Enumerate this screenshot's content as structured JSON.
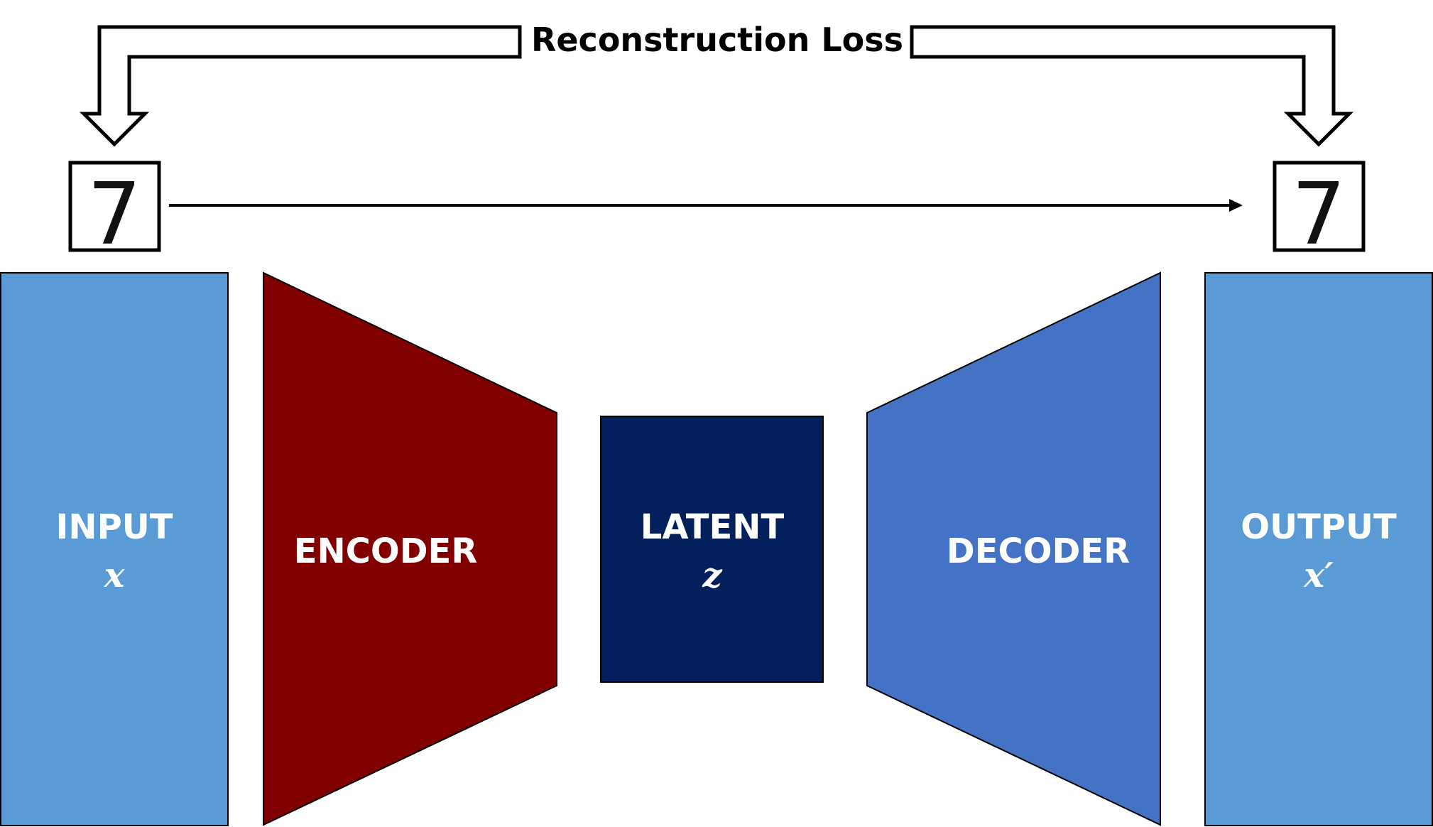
{
  "loss_label": "Reconstruction Loss",
  "input": {
    "title": "INPUT",
    "symbol": "x",
    "digit": "7",
    "color": "#5B9BD5"
  },
  "encoder": {
    "title": "ENCODER",
    "color": "#800000"
  },
  "latent": {
    "title": "LATENT",
    "symbol": "z",
    "color": "#03205C"
  },
  "decoder": {
    "title": "DECODER",
    "color": "#4472C4"
  },
  "output": {
    "title": "OUTPUT",
    "symbol": "x′",
    "digit": "7",
    "color": "#5B9BD5"
  }
}
